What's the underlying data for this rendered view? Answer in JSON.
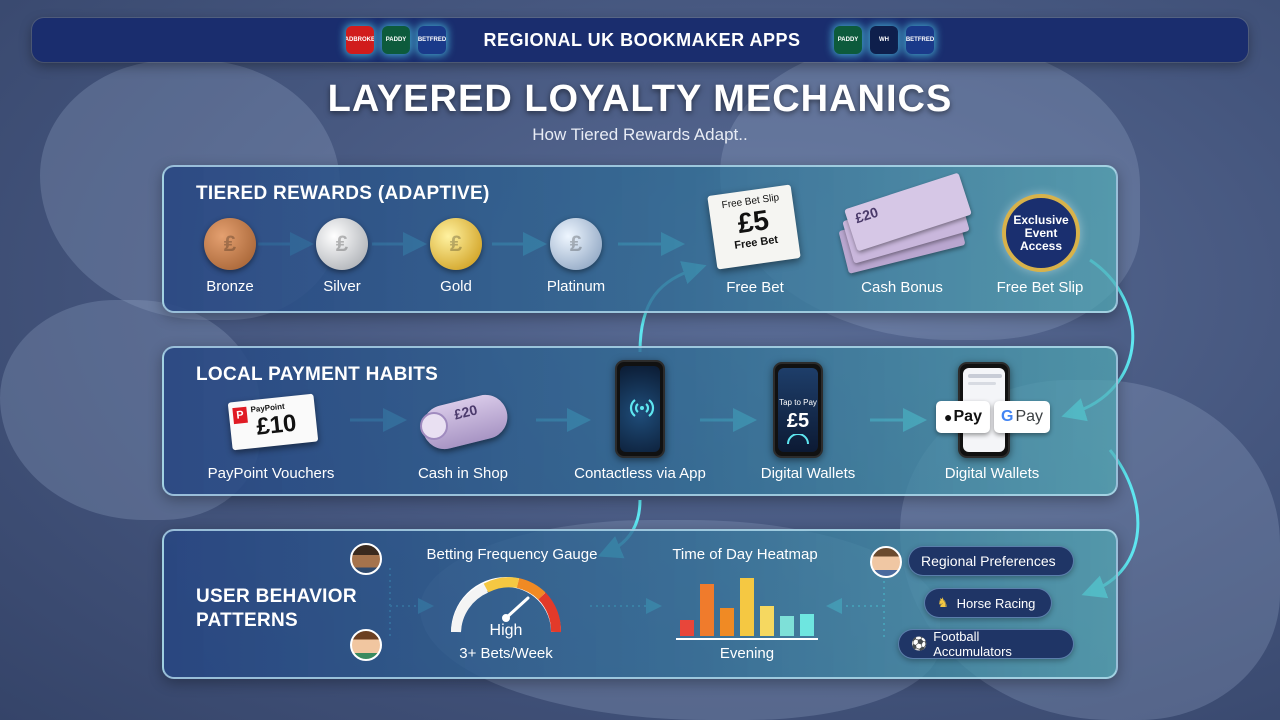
{
  "header": {
    "title": "REGIONAL UK BOOKMAKER APPS",
    "apps_left": [
      {
        "icon": "ladbrokes-logo",
        "color": "#d11c1c"
      },
      {
        "icon": "paddy-power-logo",
        "color": "#0d5b3c"
      },
      {
        "icon": "betfred-logo",
        "color": "#1a3a8a"
      }
    ],
    "apps_right": [
      {
        "icon": "paddy-power-logo",
        "color": "#0d5b3c"
      },
      {
        "icon": "william-hill-logo",
        "color": "#0e1f4c"
      },
      {
        "icon": "betfred-logo",
        "color": "#1a3a8a"
      }
    ]
  },
  "main_title": "LAYERED LOYALTY MECHANICS",
  "subtitle": "How Tiered Rewards Adapt..",
  "tiered_rewards": {
    "title": "TIERED REWARDS (ADAPTIVE)",
    "tiers": [
      {
        "label": "Bronze",
        "icon": "bronze-coin-icon",
        "color": "#b87333"
      },
      {
        "label": "Silver",
        "icon": "silver-coin-icon",
        "color": "#c7c9cc"
      },
      {
        "label": "Gold",
        "icon": "gold-coin-icon",
        "color": "#e0b020"
      },
      {
        "label": "Platinum",
        "icon": "platinum-coin-icon",
        "color": "#b9d4de"
      }
    ],
    "rewards": [
      {
        "label": "Free Bet",
        "icon": "free-bet-slip-icon",
        "slip_top": "Free Bet Slip",
        "slip_amount": "£5",
        "slip_bottom": "Free Bet"
      },
      {
        "label": "Cash Bonus",
        "icon": "banknote-stack-icon",
        "note_value": "£20"
      },
      {
        "label": "Free Bet Slip",
        "icon": "exclusive-event-badge-icon",
        "badge_text": "Exclusive Event Access"
      }
    ]
  },
  "payment_habits": {
    "title": "LOCAL PAYMENT HABITS",
    "items": [
      {
        "label": "PayPoint Vouchers",
        "icon": "paypoint-voucher-icon",
        "brand": "PayPoint",
        "amount": "£10"
      },
      {
        "label": "Cash in Shop",
        "icon": "cash-roll-icon",
        "note_value": "£20"
      },
      {
        "label": "Contactless via App",
        "icon": "contactless-phone-icon"
      },
      {
        "label": "Digital Wallets",
        "icon": "tap-to-pay-phone-icon",
        "screen_text": "Tap to Pay",
        "screen_amount": "£5"
      },
      {
        "label": "Digital Wallets",
        "icon": "wallet-phone-icon",
        "apple_pay": "Pay",
        "google_pay": "Pay"
      }
    ]
  },
  "behavior": {
    "title": "USER BEHAVIOR PATTERNS",
    "gauge": {
      "title": "Betting Frequency Gauge",
      "reading": "High",
      "caption": "3+ Bets/Week"
    },
    "heatmap": {
      "title": "Time of Day Heatmap",
      "caption": "Evening"
    },
    "preferences": [
      {
        "label": "Regional Preferences",
        "icon": "map-pin-icon"
      },
      {
        "label": "Horse Racing",
        "icon": "horse-racing-icon"
      },
      {
        "label": "Football Accumulators",
        "icon": "football-icon"
      }
    ]
  },
  "colors": {
    "accent_cyan": "#5ee6f0",
    "panel_border": "#bee6f5",
    "topbar": "#1a2d6e"
  }
}
